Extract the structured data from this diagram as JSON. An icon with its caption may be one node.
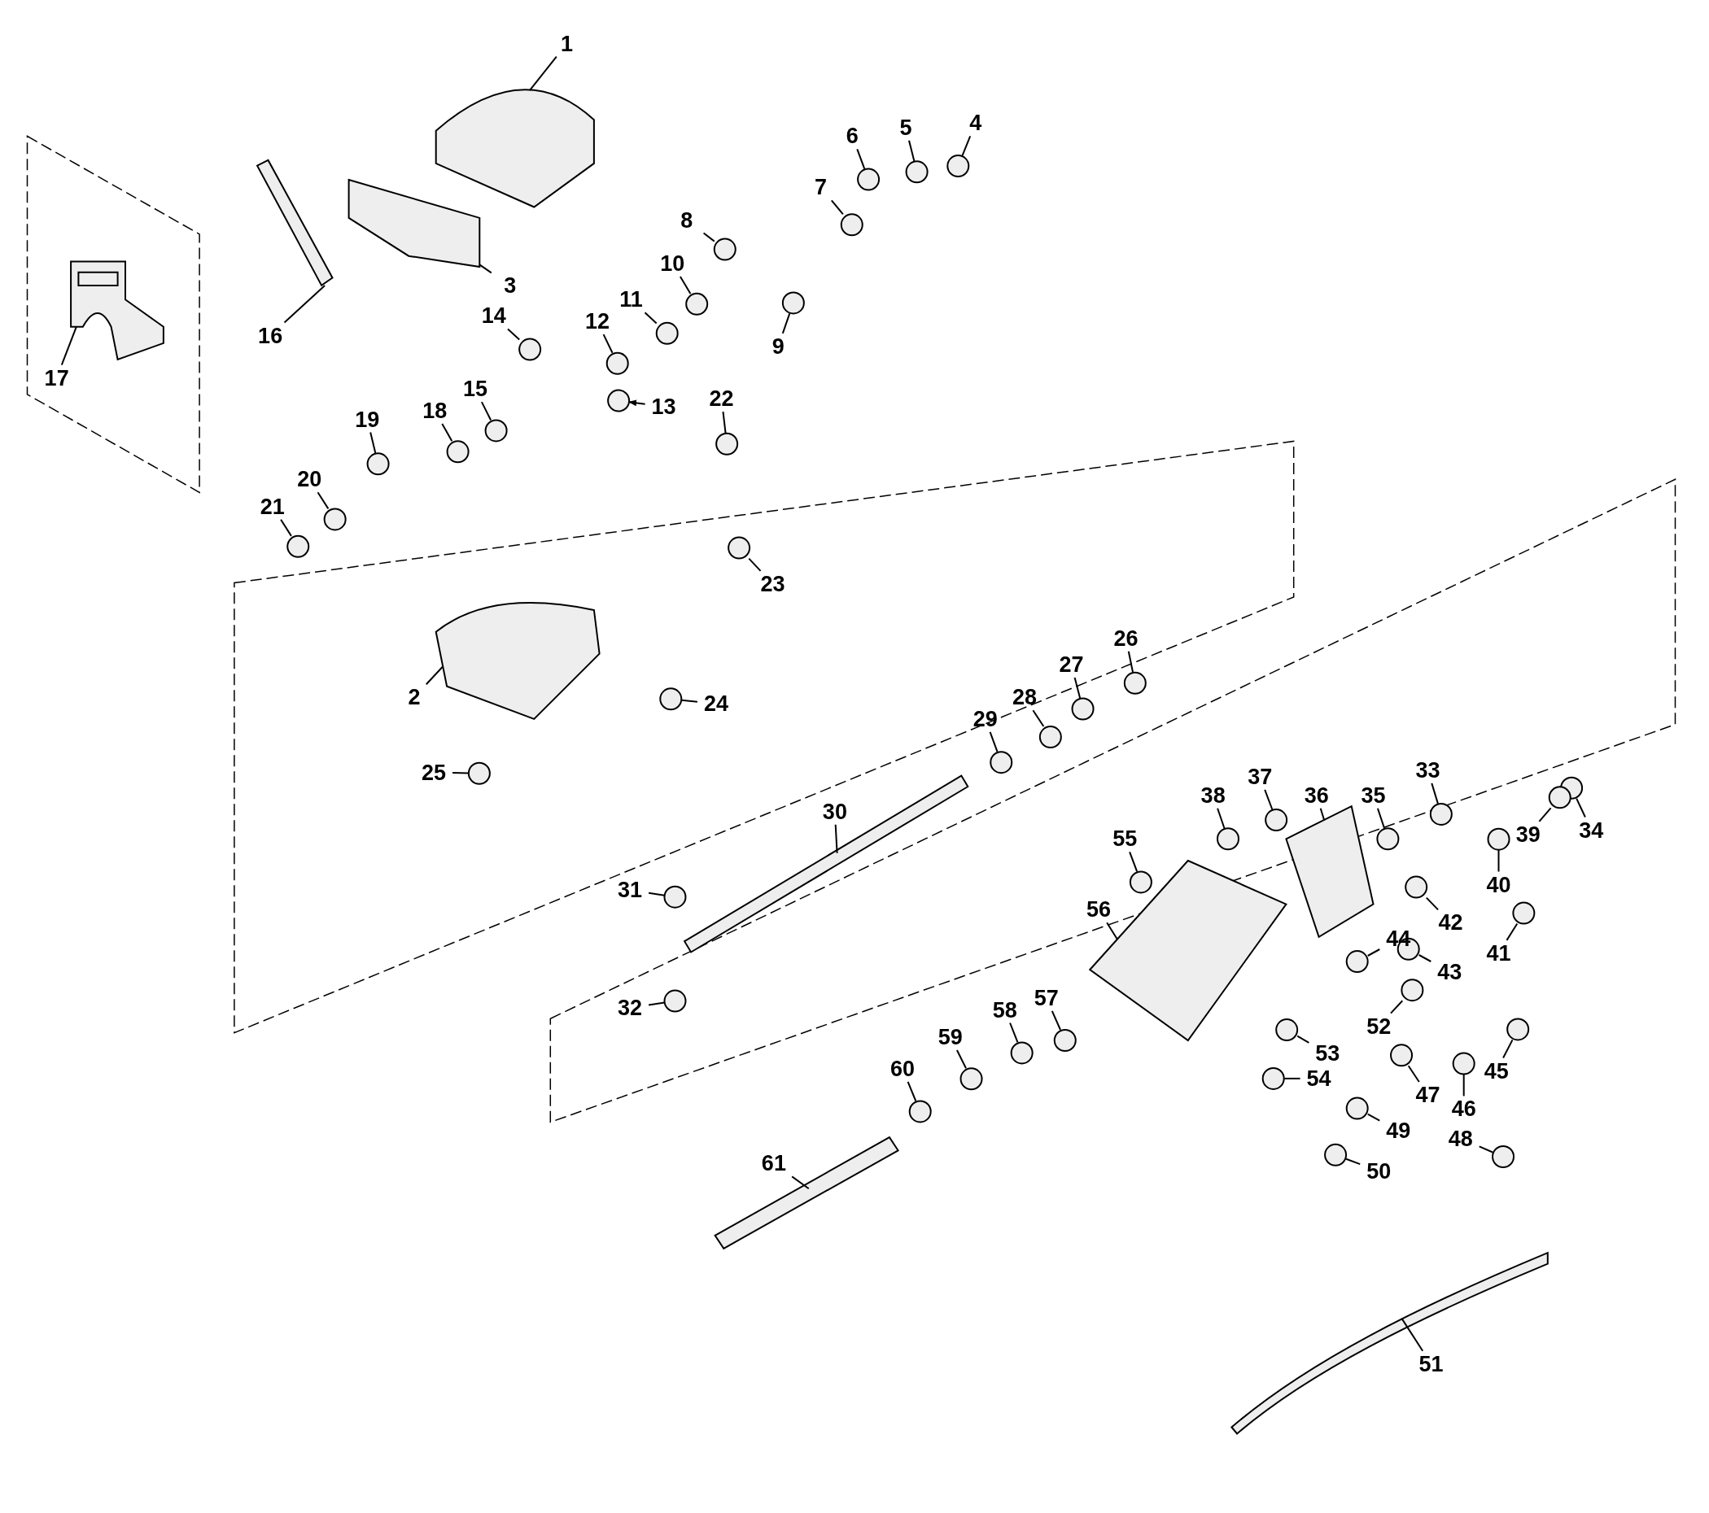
{
  "diagram": {
    "nodes": [
      {
        "text": [
          "1"
        ]
      },
      {
        "text": [
          "2"
        ]
      },
      {
        "text": [
          "3"
        ]
      },
      {
        "text": [
          "4"
        ]
      },
      {
        "text": [
          "5"
        ]
      },
      {
        "text": [
          "6"
        ]
      },
      {
        "text": [
          "7"
        ]
      },
      {
        "text": [
          "8"
        ]
      },
      {
        "text": [
          "9"
        ]
      },
      {
        "text": [
          "10"
        ]
      },
      {
        "text": [
          "11"
        ]
      },
      {
        "text": [
          "12"
        ]
      },
      {
        "text": [
          "13"
        ]
      },
      {
        "text": [
          "14"
        ]
      },
      {
        "text": [
          "15"
        ]
      },
      {
        "text": [
          "16"
        ]
      },
      {
        "text": [
          "17"
        ]
      },
      {
        "text": [
          "18"
        ]
      },
      {
        "text": [
          "19"
        ]
      },
      {
        "text": [
          "20"
        ]
      },
      {
        "text": [
          "21"
        ]
      },
      {
        "text": [
          "22"
        ]
      },
      {
        "text": [
          "23"
        ]
      },
      {
        "text": [
          "24"
        ]
      },
      {
        "text": [
          "25"
        ]
      },
      {
        "text": [
          "26"
        ]
      },
      {
        "text": [
          "27"
        ]
      },
      {
        "text": [
          "28"
        ]
      },
      {
        "text": [
          "29"
        ]
      },
      {
        "text": [
          "30"
        ]
      },
      {
        "text": [
          "31"
        ]
      },
      {
        "text": [
          "32"
        ]
      },
      {
        "text": [
          "33"
        ]
      },
      {
        "text": [
          "34"
        ]
      },
      {
        "text": [
          "35"
        ]
      },
      {
        "text": [
          "36"
        ]
      },
      {
        "text": [
          "37"
        ]
      },
      {
        "text": [
          "38"
        ]
      },
      {
        "text": [
          "39"
        ]
      },
      {
        "text": [
          "40"
        ]
      },
      {
        "text": [
          "41"
        ]
      },
      {
        "text": [
          "42"
        ]
      },
      {
        "text": [
          "43"
        ]
      },
      {
        "text": [
          "44"
        ]
      },
      {
        "text": [
          "45"
        ]
      },
      {
        "text": [
          "46"
        ]
      },
      {
        "text": [
          "47"
        ]
      },
      {
        "text": [
          "48"
        ]
      },
      {
        "text": [
          "49"
        ]
      },
      {
        "text": [
          "50"
        ]
      },
      {
        "text": [
          "51"
        ]
      },
      {
        "text": [
          "52"
        ]
      },
      {
        "text": [
          "53"
        ]
      },
      {
        "text": [
          "54"
        ]
      },
      {
        "text": [
          "55"
        ]
      },
      {
        "text": [
          "56"
        ]
      },
      {
        "text": [
          "57"
        ]
      },
      {
        "text": [
          "58"
        ]
      },
      {
        "text": [
          "59"
        ]
      },
      {
        "text": [
          "60"
        ]
      },
      {
        "text": [
          "61"
        ]
      },
      {
        "text": [],
        "shape": "picture"
      },
      {
        "text": [],
        "shape": "picture"
      },
      {
        "text": [],
        "shape": "picture"
      },
      {
        "text": [],
        "shape": "circle"
      },
      {
        "text": [],
        "shape": "circle"
      },
      {
        "text": [],
        "shape": "circle"
      },
      {
        "text": [],
        "shape": "circle"
      },
      {
        "text": [],
        "shape": "circle"
      },
      {
        "text": [],
        "shape": "circle"
      },
      {
        "text": [],
        "shape": "circle"
      },
      {
        "text": [],
        "shape": "circle"
      },
      {
        "text": [],
        "shape": "circle"
      },
      {
        "text": [],
        "shape": "circle"
      },
      {
        "text": [],
        "shape": "circle"
      },
      {
        "text": [],
        "shape": "circle"
      },
      {
        "text": [],
        "shape": "picture"
      },
      {
        "text": [],
        "shape": "picture"
      },
      {
        "text": [],
        "shape": "circle"
      },
      {
        "text": [],
        "shape": "circle"
      },
      {
        "text": [],
        "shape": "circle"
      },
      {
        "text": [],
        "shape": "circle"
      },
      {
        "text": [],
        "shape": "circle"
      },
      {
        "text": [],
        "shape": "circle"
      },
      {
        "text": [],
        "shape": "circle"
      },
      {
        "text": [],
        "shape": "circle"
      },
      {
        "text": [],
        "shape": "circle"
      },
      {
        "text": [],
        "shape": "circle"
      },
      {
        "text": [],
        "shape": "circle"
      },
      {
        "text": [],
        "shape": "circle"
      },
      {
        "text": [],
        "shape": "picture"
      },
      {
        "text": [],
        "shape": "circle"
      },
      {
        "text": [],
        "shape": "circle"
      },
      {
        "text": [],
        "shape": "circle"
      },
      {
        "text": [],
        "shape": "circle"
      },
      {
        "text": [],
        "shape": "circle"
      },
      {
        "text": [],
        "shape": "picture"
      },
      {
        "text": [],
        "shape": "circle"
      },
      {
        "text": [],
        "shape": "circle"
      },
      {
        "text": [],
        "shape": "circle"
      },
      {
        "text": [],
        "shape": "circle"
      },
      {
        "text": [],
        "shape": "circle"
      },
      {
        "text": [],
        "shape": "circle"
      },
      {
        "text": [],
        "shape": "circle"
      },
      {
        "text": [],
        "shape": "circle"
      },
      {
        "text": [],
        "shape": "circle"
      },
      {
        "text": [],
        "shape": "circle"
      },
      {
        "text": [],
        "shape": "circle"
      },
      {
        "text": [],
        "shape": "circle"
      },
      {
        "text": [],
        "shape": "circle"
      },
      {
        "text": [],
        "shape": "circle"
      },
      {
        "text": [],
        "shape": "picture"
      },
      {
        "text": [],
        "shape": "circle"
      },
      {
        "text": [],
        "shape": "circle"
      },
      {
        "text": [],
        "shape": "circle"
      },
      {
        "text": [],
        "shape": "circle"
      },
      {
        "text": [],
        "shape": "picture"
      },
      {
        "text": [],
        "shape": "circle"
      },
      {
        "text": [],
        "shape": "circle"
      },
      {
        "text": [],
        "shape": "circle"
      },
      {
        "text": [],
        "shape": "circle"
      },
      {
        "text": [],
        "shape": "picture"
      }
    ],
    "edges": [
      {
        "from": 0,
        "to": 61,
        "arrow": "none"
      },
      {
        "from": 1,
        "to": 62,
        "arrow": "none"
      },
      {
        "from": 2,
        "to": 63,
        "arrow": "none"
      },
      {
        "from": 3,
        "to": 64,
        "arrow": "none"
      },
      {
        "from": 4,
        "to": 65,
        "arrow": "none"
      },
      {
        "from": 5,
        "to": 66,
        "arrow": "none"
      },
      {
        "from": 6,
        "to": 67,
        "arrow": "none"
      },
      {
        "from": 7,
        "to": 68,
        "arrow": "none"
      },
      {
        "from": 8,
        "to": 69,
        "arrow": "none"
      },
      {
        "from": 9,
        "to": 70,
        "arrow": "none"
      },
      {
        "from": 10,
        "to": 71,
        "arrow": "none"
      },
      {
        "from": 11,
        "to": 72,
        "arrow": "none"
      },
      {
        "from": 12,
        "to": 73,
        "arrow": "to"
      },
      {
        "from": 13,
        "to": 74,
        "arrow": "none"
      },
      {
        "from": 14,
        "to": 75,
        "arrow": "none"
      },
      {
        "from": 15,
        "to": 76,
        "arrow": "none"
      },
      {
        "from": 16,
        "to": 77,
        "arrow": "none"
      },
      {
        "from": 17,
        "to": 78,
        "arrow": "none"
      },
      {
        "from": 18,
        "to": 79,
        "arrow": "none"
      },
      {
        "from": 19,
        "to": 80,
        "arrow": "none"
      },
      {
        "from": 20,
        "to": 81,
        "arrow": "none"
      },
      {
        "from": 21,
        "to": 82,
        "arrow": "none"
      },
      {
        "from": 22,
        "to": 83,
        "arrow": "none"
      },
      {
        "from": 23,
        "to": 84,
        "arrow": "none"
      },
      {
        "from": 24,
        "to": 85,
        "arrow": "none"
      },
      {
        "from": 25,
        "to": 86,
        "arrow": "none"
      },
      {
        "from": 26,
        "to": 87,
        "arrow": "none"
      },
      {
        "from": 27,
        "to": 88,
        "arrow": "none"
      },
      {
        "from": 28,
        "to": 89,
        "arrow": "none"
      },
      {
        "from": 29,
        "to": 90,
        "arrow": "none"
      },
      {
        "from": 30,
        "to": 91,
        "arrow": "none"
      },
      {
        "from": 31,
        "to": 92,
        "arrow": "none"
      },
      {
        "from": 32,
        "to": 93,
        "arrow": "none"
      },
      {
        "from": 33,
        "to": 94,
        "arrow": "none"
      },
      {
        "from": 34,
        "to": 95,
        "arrow": "none"
      },
      {
        "from": 35,
        "to": 96,
        "arrow": "none"
      },
      {
        "from": 36,
        "to": 97,
        "arrow": "none"
      },
      {
        "from": 37,
        "to": 98,
        "arrow": "none"
      },
      {
        "from": 38,
        "to": 99,
        "arrow": "none"
      },
      {
        "from": 39,
        "to": 100,
        "arrow": "none"
      },
      {
        "from": 40,
        "to": 101,
        "arrow": "none"
      },
      {
        "from": 41,
        "to": 102,
        "arrow": "none"
      },
      {
        "from": 42,
        "to": 103,
        "arrow": "none"
      },
      {
        "from": 43,
        "to": 104,
        "arrow": "none"
      },
      {
        "from": 44,
        "to": 105,
        "arrow": "none"
      },
      {
        "from": 45,
        "to": 106,
        "arrow": "none"
      },
      {
        "from": 46,
        "to": 107,
        "arrow": "none"
      },
      {
        "from": 47,
        "to": 108,
        "arrow": "none"
      },
      {
        "from": 48,
        "to": 109,
        "arrow": "none"
      },
      {
        "from": 49,
        "to": 110,
        "arrow": "none"
      },
      {
        "from": 50,
        "to": 111,
        "arrow": "none"
      },
      {
        "from": 51,
        "to": 112,
        "arrow": "none"
      },
      {
        "from": 52,
        "to": 113,
        "arrow": "none"
      },
      {
        "from": 53,
        "to": 114,
        "arrow": "none"
      },
      {
        "from": 54,
        "to": 115,
        "arrow": "none"
      },
      {
        "from": 55,
        "to": 116,
        "arrow": "none"
      },
      {
        "from": 56,
        "to": 117,
        "arrow": "none"
      },
      {
        "from": 57,
        "to": 118,
        "arrow": "none"
      },
      {
        "from": 58,
        "to": 119,
        "arrow": "none"
      },
      {
        "from": 59,
        "to": 120,
        "arrow": "none"
      },
      {
        "from": 60,
        "to": 121,
        "arrow": "none"
      }
    ]
  }
}
